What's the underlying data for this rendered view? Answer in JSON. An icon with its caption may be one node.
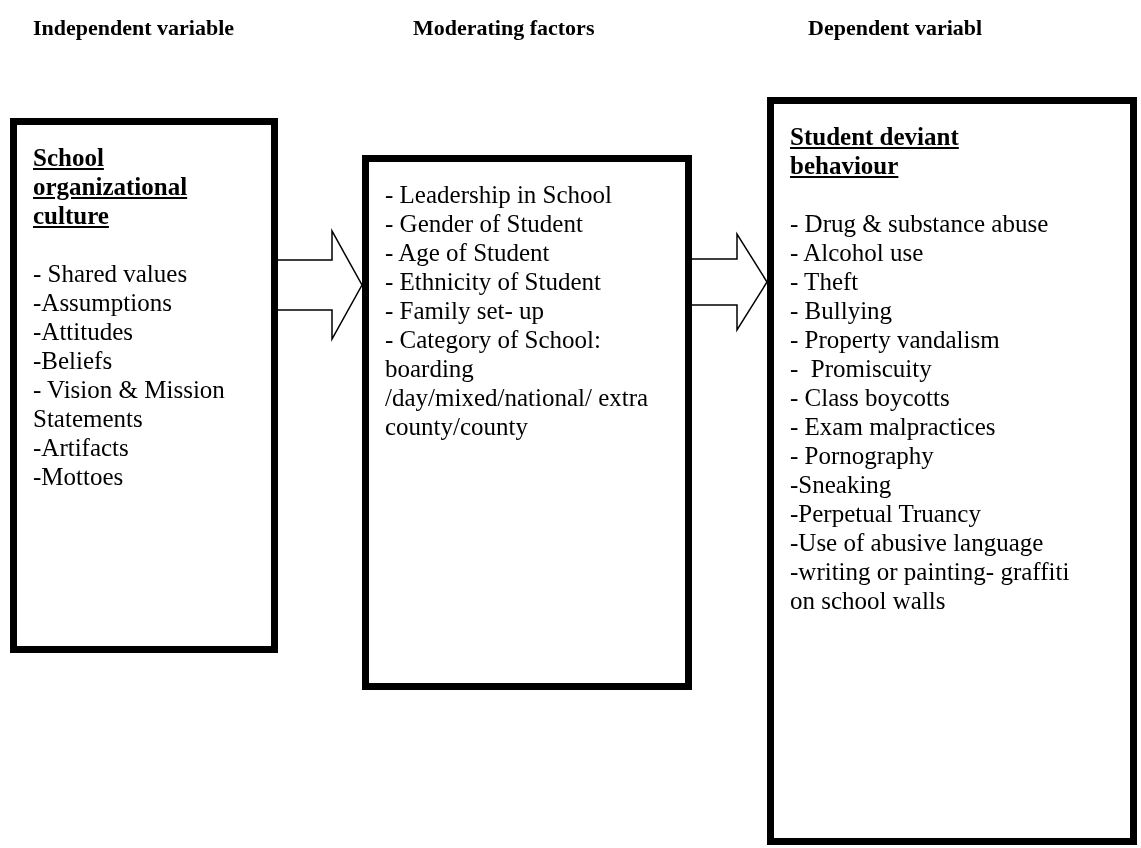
{
  "diagram": {
    "nodes": [
      {
        "text": [
          "School organizational culture",
          "- Shared values",
          "-Assumptions",
          "-Attitudes",
          "-Beliefs",
          "- Vision & Mission Statements",
          "-Artifacts",
          "-Mottoes"
        ]
      },
      {
        "text": [
          "- Leadership in School",
          "- Gender of Student",
          "- Age of Student",
          "- Ethnicity of Student",
          "- Family set- up",
          "- Category of School: boarding /day/mixed/national/ extra county/county"
        ]
      },
      {
        "text": [
          "Student deviant behaviour",
          "- Drug & substance abuse",
          "- Alcohol use",
          "- Theft",
          "- Bullying",
          "- Property vandalism",
          "-  Promiscuity",
          "- Class boycotts",
          "- Exam malpractices",
          "- Pornography",
          "-Sneaking",
          "-Perpetual Truancy",
          "-Use of abusive language",
          "-writing or painting- graffiti on school walls"
        ]
      }
    ],
    "edges": [
      {
        "from": 0,
        "to": 1,
        "arrow": "to"
      },
      {
        "from": 1,
        "to": 2,
        "arrow": "to"
      }
    ],
    "labels": [
      "Independent variable",
      "Moderating factors",
      "Dependent variabl"
    ]
  }
}
